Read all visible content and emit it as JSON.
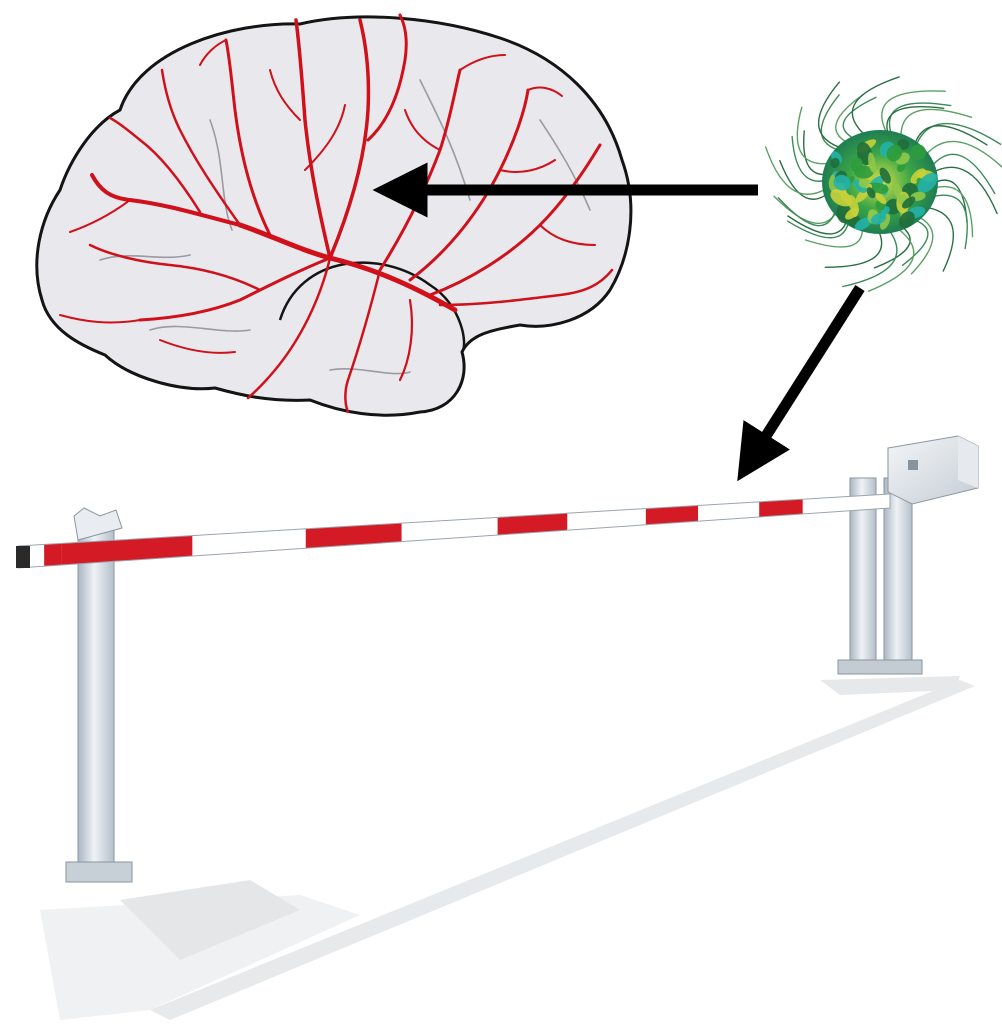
{
  "figure": {
    "elements": [
      {
        "id": "brain",
        "icon": "brain-icon"
      },
      {
        "id": "molecule",
        "icon": "molecule-icon"
      },
      {
        "id": "barrier",
        "icon": "boom-barrier-icon"
      }
    ],
    "arrows": [
      {
        "from": "molecule",
        "to": "brain"
      },
      {
        "from": "molecule",
        "to": "barrier"
      }
    ]
  },
  "colors": {
    "vessel": "#d0101a",
    "brain_fill": "#e8e8ec",
    "brain_outline": "#151515",
    "arrow": "#000000",
    "barrier_red": "#d41a24",
    "barrier_white": "#ffffff",
    "molecule_green": "#2e9c3c",
    "molecule_yellow": "#c8d23a",
    "molecule_cyan": "#22b3a8",
    "post_light": "#e6ecf2",
    "post_dark": "#a7b3bf",
    "shadow": "#d8dcdf"
  }
}
